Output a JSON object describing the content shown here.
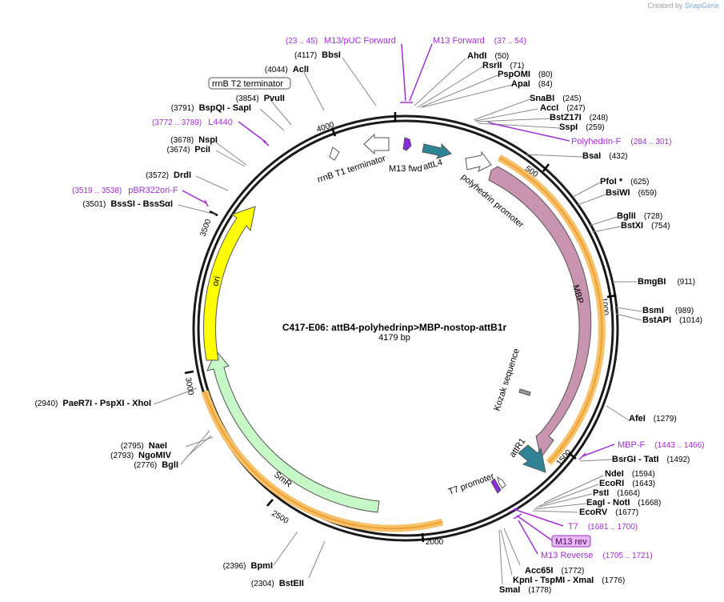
{
  "credit": {
    "prefix": "Created by",
    "brand": "SnapGene"
  },
  "plasmid": {
    "name": "C417-E06: attB4-polyhedrinp>MBP-nostop-attB1r",
    "length_label": "4179 bp",
    "length": 4179
  },
  "colors": {
    "backbone": "#1a1a1a",
    "primer": "#a030d0",
    "enzyme_line": "#888888",
    "orf_highlight": "#f5c26b"
  },
  "ticks": [
    "500",
    "1000",
    "1500",
    "2000",
    "2500",
    "3000",
    "3500",
    "4000"
  ],
  "enzymes": [
    {
      "name": "BbsI",
      "pos": "(4117)"
    },
    {
      "name": "AclI",
      "pos": "(4044)"
    },
    {
      "name": "PvuII",
      "pos": "(3854)"
    },
    {
      "name": "BspQI - SapI",
      "pos": "(3791)"
    },
    {
      "name": "NspI",
      "pos": "(3678)"
    },
    {
      "name": "PciI",
      "pos": "(3674)"
    },
    {
      "name": "DrdI",
      "pos": "(3572)"
    },
    {
      "name": "BssSI - BssSαI",
      "pos": "(3501)"
    },
    {
      "name": "AhdI",
      "pos": "(50)"
    },
    {
      "name": "RsrII",
      "pos": "(71)"
    },
    {
      "name": "PspOMI",
      "pos": "(80)"
    },
    {
      "name": "ApaI",
      "pos": "(84)"
    },
    {
      "name": "SnaBI",
      "pos": "(245)"
    },
    {
      "name": "AccI",
      "pos": "(247)"
    },
    {
      "name": "BstZ17I",
      "pos": "(248)"
    },
    {
      "name": "SspI",
      "pos": "(259)"
    },
    {
      "name": "BsaI",
      "pos": "(432)"
    },
    {
      "name": "PfoI *",
      "pos": "(625)"
    },
    {
      "name": "BsiWI",
      "pos": "(659)"
    },
    {
      "name": "BglII",
      "pos": "(728)"
    },
    {
      "name": "BstXI",
      "pos": "(754)"
    },
    {
      "name": "BmgBI",
      "pos": "(911)"
    },
    {
      "name": "BsmI",
      "pos": "(989)"
    },
    {
      "name": "BstAPI",
      "pos": "(1014)"
    },
    {
      "name": "AfeI",
      "pos": "(1279)"
    },
    {
      "name": "BsrGI - TatI",
      "pos": "(1492)"
    },
    {
      "name": "NdeI",
      "pos": "(1594)"
    },
    {
      "name": "EcoRI",
      "pos": "(1643)"
    },
    {
      "name": "PstI",
      "pos": "(1664)"
    },
    {
      "name": "EagI - NotI",
      "pos": "(1668)"
    },
    {
      "name": "EcoRV",
      "pos": "(1677)"
    },
    {
      "name": "Acc65I",
      "pos": "(1772)"
    },
    {
      "name": "KpnI - TspMI - XmaI",
      "pos": "(1776)"
    },
    {
      "name": "SmaI",
      "pos": "(1778)"
    },
    {
      "name": "BstEII",
      "pos": "(2304)"
    },
    {
      "name": "BpmI",
      "pos": "(2396)"
    },
    {
      "name": "BglI",
      "pos": "(2776)"
    },
    {
      "name": "NgoMIV",
      "pos": "(2793)"
    },
    {
      "name": "NaeI",
      "pos": "(2795)"
    },
    {
      "name": "PaeR7I - PspXI - XhoI",
      "pos": "(2940)"
    }
  ],
  "primers": [
    {
      "name": "M13/pUC Forward",
      "pos": "(23 .. 45)"
    },
    {
      "name": "M13 Forward",
      "pos": "(37 .. 54)"
    },
    {
      "name": "L4440",
      "pos": "(3772 .. 3789)"
    },
    {
      "name": "pBR322ori-F",
      "pos": "(3519 .. 3538)"
    },
    {
      "name": "Polyhedrin-F",
      "pos": "(284 .. 301)"
    },
    {
      "name": "MBP-F",
      "pos": "(1443 .. 1466)"
    },
    {
      "name": "T7",
      "pos": "(1681 .. 1700)"
    },
    {
      "name": "M13 rev",
      "pos": ""
    },
    {
      "name": "M13 Reverse",
      "pos": "(1705 .. 1721)"
    }
  ],
  "features": [
    {
      "name": "rrnB T2 terminator",
      "color": "#ffffff"
    },
    {
      "name": "rrnB T1 terminator",
      "color": "#ffffff"
    },
    {
      "name": "M13 fwd",
      "color": "#8a2be2"
    },
    {
      "name": "attL4",
      "color": "#2e8496"
    },
    {
      "name": "polyhedrin promoter",
      "color": "#ffffff"
    },
    {
      "name": "MBP",
      "color": "#c894b0"
    },
    {
      "name": "Kozak sequence",
      "color": "#999999"
    },
    {
      "name": "attR1",
      "color": "#2e8496"
    },
    {
      "name": "T7 promoter",
      "color": "#ffffff"
    },
    {
      "name": "SmR",
      "color": "#c6f7c6"
    },
    {
      "name": "ori",
      "color": "#ffff00"
    }
  ]
}
